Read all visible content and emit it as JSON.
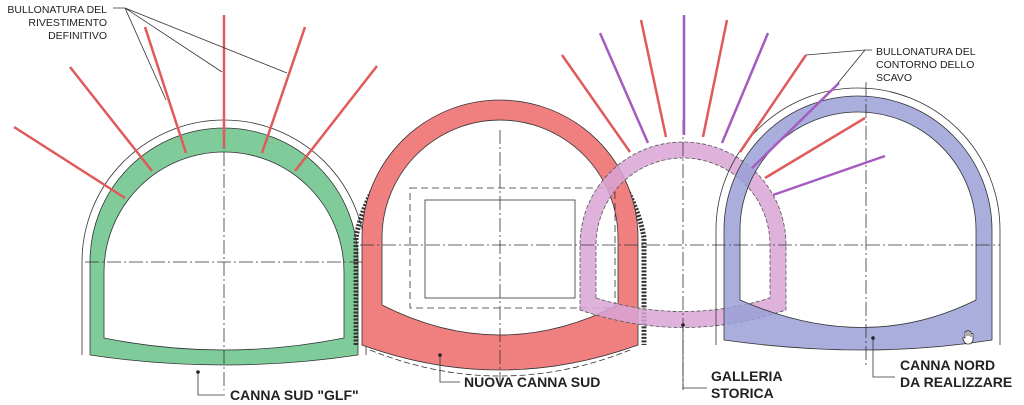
{
  "labels": {
    "bolting_lining": [
      "BULLONATURA DEL",
      "RIVESTIMENTO",
      "DEFINITIVO"
    ],
    "bolting_excavation": [
      "BULLONATURA DEL",
      "CONTORNO DELLO",
      "SCAVO"
    ],
    "canna_sud_glf": "CANNA SUD \"GLF\"",
    "nuova_canna_sud": "NUOVA CANNA SUD",
    "galleria_storica": [
      "GALLERIA",
      "STORICA"
    ],
    "canna_nord": [
      "CANNA NORD",
      "DA REALIZZARE"
    ]
  },
  "colors": {
    "green_lining": "#7fcb9a",
    "red_lining": "#f08080",
    "purple_lining": "#d9a5d6",
    "blue_lining": "#a3a8d8",
    "bolt_red": "#e05a5a",
    "bolt_purple": "#a45cc0"
  },
  "icons": {
    "cursor": "hand-cursor-icon"
  }
}
